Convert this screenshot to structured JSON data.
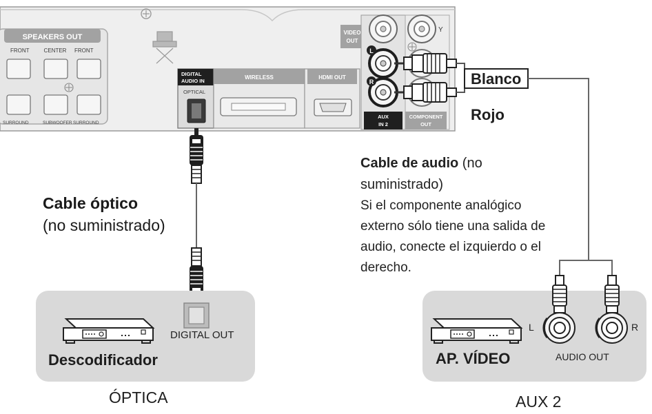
{
  "panel": {
    "speakers_out_title": "SPEAKERS OUT",
    "front_r": "FRONT",
    "center": "CENTER",
    "front_l": "FRONT",
    "surround_r": "SURROUND",
    "subwoofer": "SUBWOOFER",
    "surround_l": "SURROUND",
    "digital_audio_in": "DIGITAL AUDIO IN",
    "optical": "OPTICAL",
    "wireless": "WIRELESS",
    "hdmi_out": "HDMI OUT",
    "video_out": "VIDEO OUT",
    "aux_in_2": "AUX IN 2",
    "component_out": "COMPONENT OUT",
    "y_label": "Y",
    "left_badge": "L",
    "right_badge": "R"
  },
  "labels": {
    "blanco": "Blanco",
    "rojo": "Rojo",
    "optical_cable_title": "Cable óptico",
    "optical_cable_sub": "(no suministrado)",
    "audio_cable_title": "Cable de audio",
    "audio_cable_rest": " (no suministrado)",
    "audio_cable_note": "Si el componente analógico externo sólo tiene una salida de audio, conecte el izquierdo o el derecho."
  },
  "left_device": {
    "port_label": "DIGITAL OUT",
    "name": "Descodificador",
    "caption": "ÓPTICA"
  },
  "right_device": {
    "l": "L",
    "r": "R",
    "port_label": "AUDIO OUT",
    "name": "AP. VÍDEO",
    "caption": "AUX 2"
  }
}
